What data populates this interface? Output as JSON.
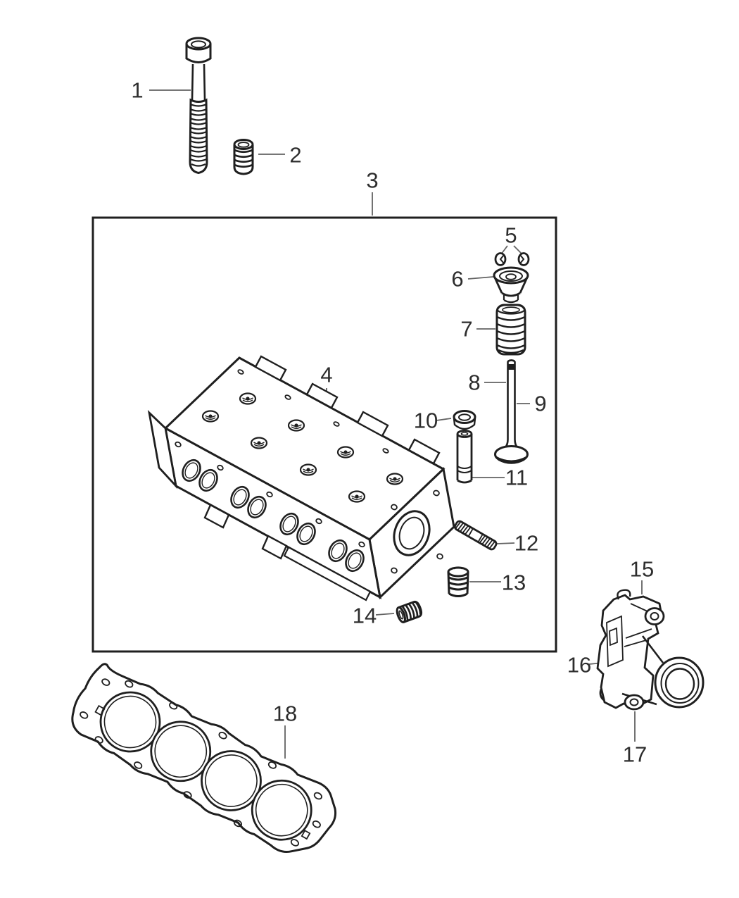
{
  "colors": {
    "background": "#ffffff",
    "line_art": "#1f1f1f",
    "leader_line": "#636363",
    "label_text": "#2d2d2d"
  },
  "callouts": [
    {
      "label": "1"
    },
    {
      "label": "2"
    },
    {
      "label": "3"
    },
    {
      "label": "4"
    },
    {
      "label": "5"
    },
    {
      "label": "6"
    },
    {
      "label": "7"
    },
    {
      "label": "8"
    },
    {
      "label": "9"
    },
    {
      "label": "10"
    },
    {
      "label": "11"
    },
    {
      "label": "12"
    },
    {
      "label": "13"
    },
    {
      "label": "14"
    },
    {
      "label": "15"
    },
    {
      "label": "16"
    },
    {
      "label": "17"
    },
    {
      "label": "18"
    }
  ]
}
